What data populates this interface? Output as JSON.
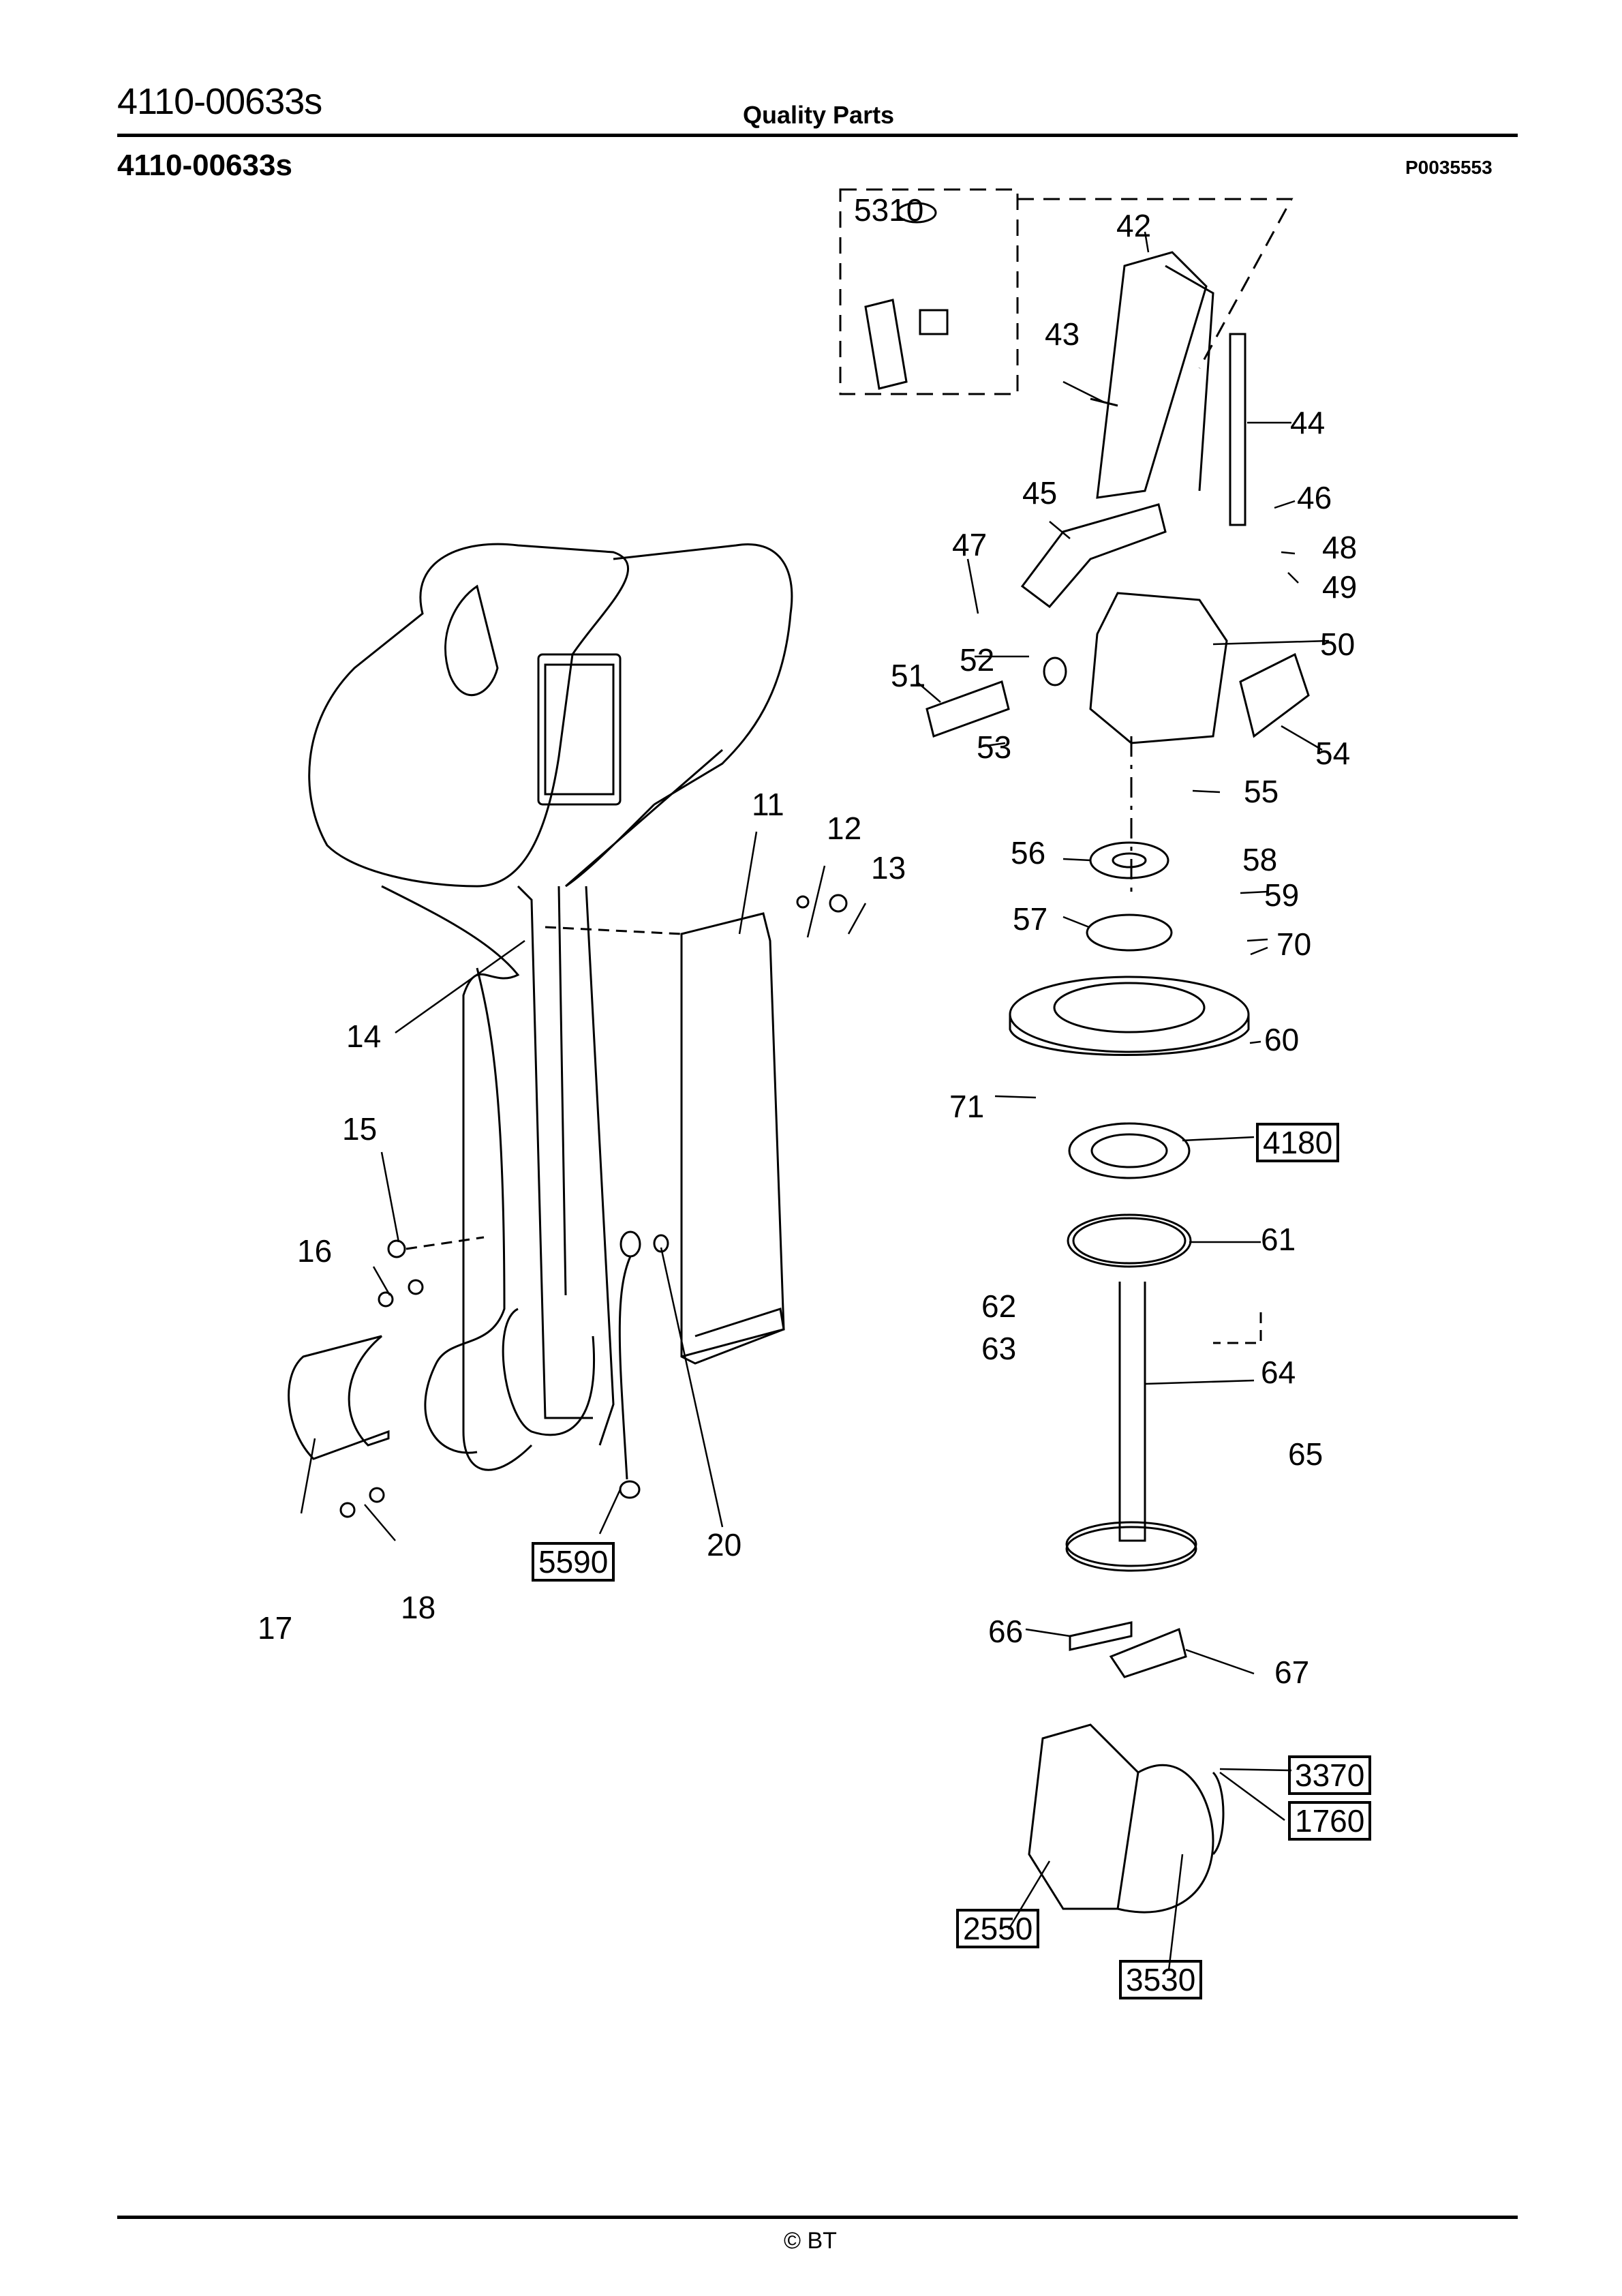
{
  "header": {
    "doc_code": "4110-00633s",
    "center_title": "Quality Parts",
    "sub_code": "4110-00633s",
    "reference": "P0035553"
  },
  "footer": {
    "copyright": "© BT"
  },
  "callouts": {
    "c5310": "5310",
    "c42": "42",
    "c43": "43",
    "c44": "44",
    "c45": "45",
    "c46": "46",
    "c47": "47",
    "c48": "48",
    "c49": "49",
    "c50": "50",
    "c51": "51",
    "c52": "52",
    "c53": "53",
    "c54": "54",
    "c55": "55",
    "c56": "56",
    "c57": "57",
    "c58": "58",
    "c59": "59",
    "c70": "70",
    "c60": "60",
    "c71": "71",
    "c4180": "4180",
    "c61": "61",
    "c62": "62",
    "c63": "63",
    "c64": "64",
    "c65": "65",
    "c66": "66",
    "c67": "67",
    "c3370": "3370",
    "c1760": "1760",
    "c2550": "2550",
    "c3530": "3530",
    "c11": "11",
    "c12": "12",
    "c13": "13",
    "c14": "14",
    "c15": "15",
    "c16": "16",
    "c17": "17",
    "c18": "18",
    "c20": "20",
    "c5590": "5590"
  }
}
